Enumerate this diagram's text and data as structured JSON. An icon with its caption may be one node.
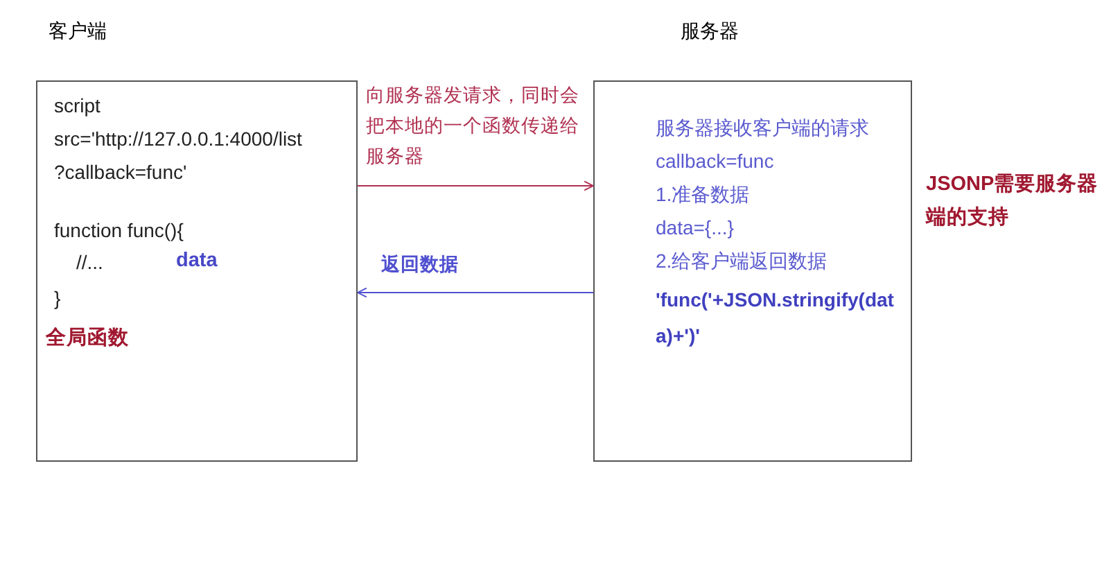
{
  "diagram": {
    "nodes": [
      {
        "text": [
          "客户端",
          "script",
          "src='http://127.0.0.1:4000/list",
          "?callback=func'",
          "function func(){",
          "//...",
          "}"
        ]
      },
      {
        "text": [
          "服务器",
          "服务器接收客户端的请求",
          "callback=func",
          "1.准备数据",
          "data={...}",
          "2.给客户端返回数据",
          "'func('+JSON.stringify(data)+')'"
        ]
      }
    ],
    "edges": [
      {
        "from": 0,
        "to": 1,
        "arrow": "to",
        "label": "向服务器发请求，同时会把本地的一个函数传递给服务器",
        "color": "#b03050"
      },
      {
        "from": 1,
        "to": 0,
        "arrow": "to",
        "label": "返回数据",
        "color": "#5050d0"
      }
    ],
    "labels": [
      "data",
      "全局函数",
      "JSONP需要服务器端的支持"
    ]
  }
}
